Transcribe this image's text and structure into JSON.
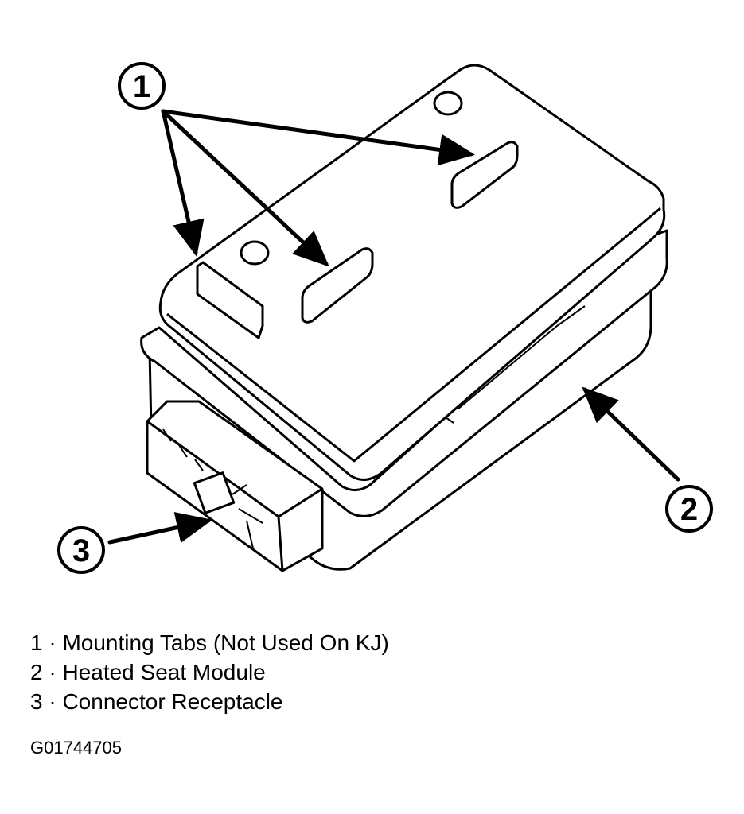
{
  "callouts": [
    {
      "number": "1",
      "target": "mounting-tabs"
    },
    {
      "number": "2",
      "target": "heated-seat-module"
    },
    {
      "number": "3",
      "target": "connector-receptacle"
    }
  ],
  "legend": [
    {
      "number": "1",
      "label": "Mounting Tabs (Not Used On KJ)",
      "text": "1 · Mounting Tabs (Not Used On KJ)"
    },
    {
      "number": "2",
      "label": "Heated Seat Module",
      "text": "2 · Heated Seat Module"
    },
    {
      "number": "3",
      "label": "Connector Receptacle",
      "text": "3 · Connector Receptacle"
    }
  ],
  "figure_id": "G01744705",
  "colors": {
    "line": "#000000",
    "background": "#ffffff"
  }
}
